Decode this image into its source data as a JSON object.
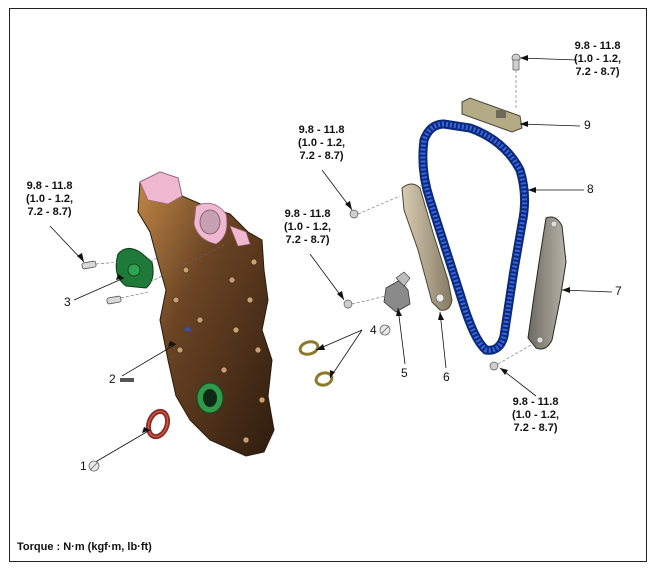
{
  "torque_specs": {
    "top_right": [
      "9.8 - 11.8",
      "(1.0 - 1.2,",
      "7.2 - 8.7)"
    ],
    "guide_upper": [
      "9.8 - 11.8",
      "(1.0 - 1.2,",
      "7.2 - 8.7)"
    ],
    "tensioner": [
      "9.8 - 11.8",
      "(1.0 - 1.2,",
      "7.2 - 8.7)"
    ],
    "left_cover": [
      "9.8 - 11.8",
      "(1.0 - 1.2,",
      "7.2 - 8.7)"
    ],
    "bottom_right": [
      "9.8 - 11.8",
      "(1.0 - 1.2,",
      "7.2 - 8.7)"
    ]
  },
  "callouts": {
    "c1": "1",
    "c2": "2",
    "c3": "3",
    "c4": "4",
    "c5": "5",
    "c6": "6",
    "c7": "7",
    "c8": "8",
    "c9": "9"
  },
  "footer": "Torque : N·m (kgf·m, lb·ft)",
  "colors": {
    "cover": "#5a3a1f",
    "cover_highlight": "#b07a3c",
    "pink_flange": "#f0b8d0",
    "green_part": "#1f7a3a",
    "chain": "#1c3fb0",
    "guide": "#a89c82",
    "gasket_ring": "#c9b24a",
    "seal": "#b03a2e"
  },
  "icons": [
    "non-reusable-icon",
    "non-reusable-icon"
  ]
}
